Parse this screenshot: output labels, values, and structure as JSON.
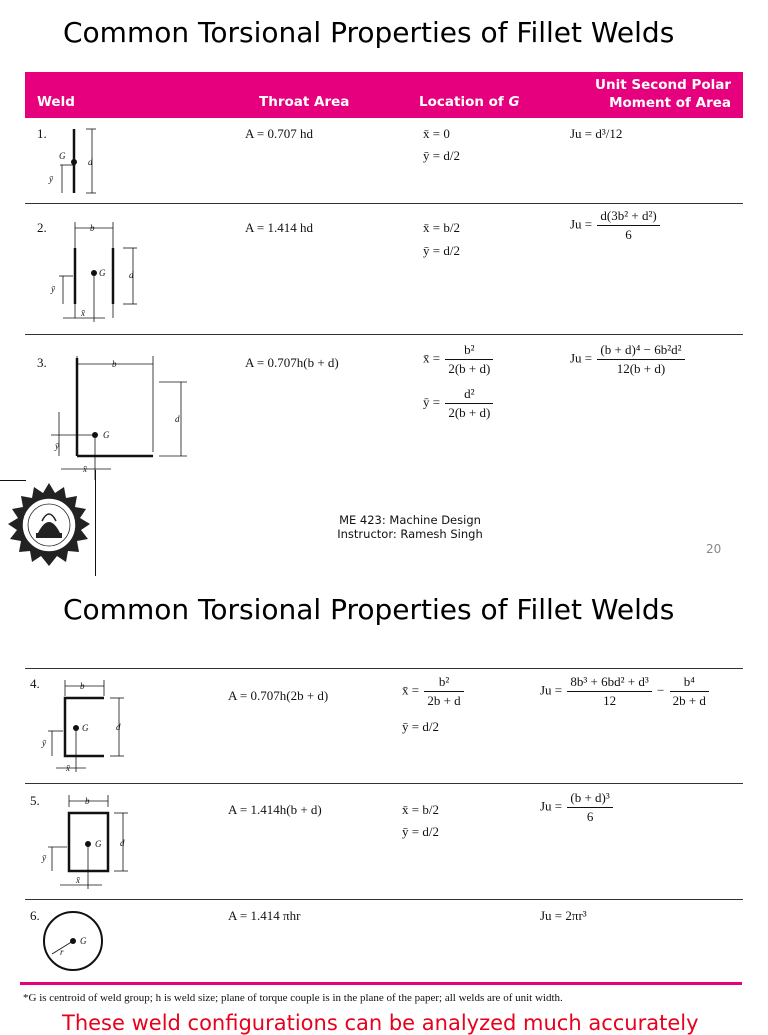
{
  "slide1": {
    "title": "Common Torsional Properties of Fillet Welds",
    "headers": {
      "weld": "Weld",
      "throat_area": "Throat Area",
      "location_of_g": "Location of ",
      "location_of_g_italic": "G",
      "polar_line1": "Unit Second Polar",
      "polar_line2": "Moment of Area"
    },
    "rows": [
      {
        "num": "1.",
        "area": "A = 0.707 hd",
        "x": "x̄ = 0",
        "y": "ȳ = d/2",
        "j": "Ju = d³/12"
      },
      {
        "num": "2.",
        "area": "A = 1.414 hd",
        "x": "x̄ = b/2",
        "y": "ȳ = d/2",
        "j_num": "d(3b² + d²)",
        "j_den": "6"
      },
      {
        "num": "3.",
        "area": "A = 0.707h(b + d)",
        "x_num": "b²",
        "x_den": "2(b + d)",
        "y_num": "d²",
        "y_den": "2(b + d)",
        "j_num": "(b + d)⁴ − 6b²d²",
        "j_den": "12(b + d)"
      }
    ],
    "footer_course": "ME 423: Machine Design",
    "footer_instructor": "Instructor: Ramesh Singh",
    "page_number": "20"
  },
  "slide2": {
    "title": "Common Torsional Properties of Fillet Welds",
    "rows": [
      {
        "num": "4.",
        "area": "A = 0.707h(2b + d)",
        "x_num": "b²",
        "x_den": "2b + d",
        "y": "ȳ = d/2",
        "j1_num": "8b³ + 6bd² + d³",
        "j1_den": "12",
        "j2_num": "b⁴",
        "j2_den": "2b + d"
      },
      {
        "num": "5.",
        "area": "A = 1.414h(b + d)",
        "x": "x̄ = b/2",
        "y": "ȳ = d/2",
        "j_num": "(b + d)³",
        "j_den": "6"
      },
      {
        "num": "6.",
        "area": "A = 1.414 πhr",
        "j": "Ju = 2πr³"
      }
    ],
    "footnote": "*G is centroid of weld group; h is weld size; plane of torque couple is in the plane of the paper; all welds are of unit width.",
    "red_text": "These weld configurations can be analyzed much accurately"
  },
  "labels": {
    "x_eq": "x̄ =",
    "y_eq": "ȳ =",
    "j_eq": "Ju =",
    "minus": "−",
    "G": "G",
    "b": "b",
    "d": "d",
    "r": "r",
    "xbar": "x̄",
    "ybar": "ȳ"
  },
  "colors": {
    "accent": "#e6007e",
    "red_text": "#e8001c"
  }
}
